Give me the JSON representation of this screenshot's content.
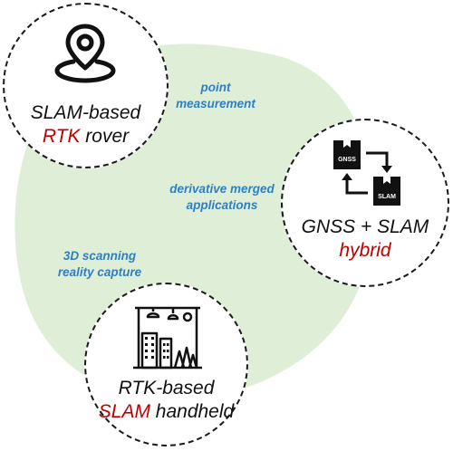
{
  "colors": {
    "background_blob": "#dfeed6",
    "label_blue": "#2f7fc1",
    "accent_red": "#c00000",
    "outline": "#1a1a1a"
  },
  "nodes": {
    "slam_rover": {
      "line1": "SLAM-based",
      "line2_red": "RTK",
      "line2_rest": " rover",
      "icon": "map-pin-icon"
    },
    "hybrid": {
      "line1": "GNSS + SLAM",
      "line2_red": "hybrid",
      "icon": "gnss-slam-cycle-icon",
      "box_a": "GNSS",
      "box_b": "SLAM"
    },
    "handheld": {
      "line1": "RTK-based",
      "line2_red": "SLAM",
      "line2_rest": " handheld",
      "icon": "city-scan-icon"
    }
  },
  "labels": {
    "point_measurement": {
      "line1": "point",
      "line2": "measurement"
    },
    "derivative": {
      "line1": "derivative merged",
      "line2": "applications"
    },
    "scanning": {
      "line1": "3D scanning",
      "line2": "reality capture"
    }
  }
}
